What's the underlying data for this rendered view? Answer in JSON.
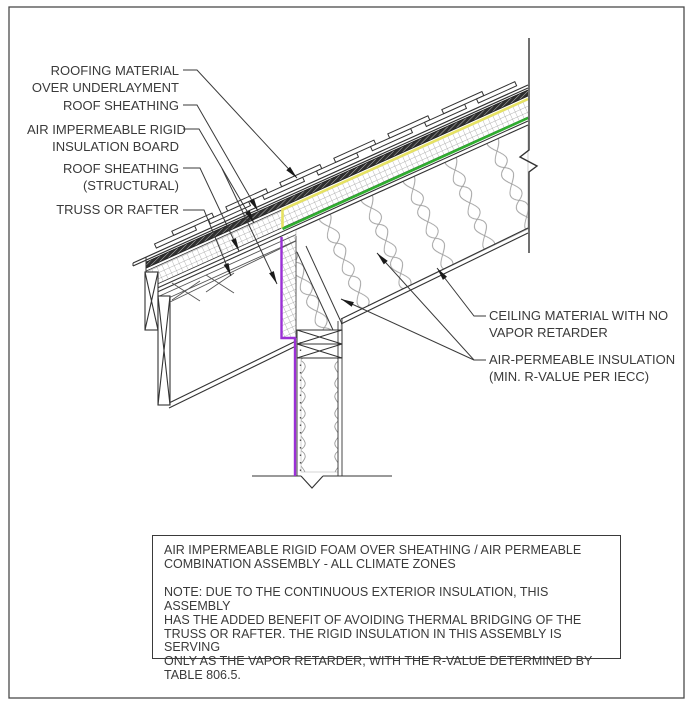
{
  "drawing_title": "AIR IMPERMEABLE RIGID FOAM OVER SHEATHING / AIR PERMEABLE COMBINATION ASSEMBLY - ALL CLIMATE ZONES",
  "callouts": {
    "roofing": {
      "line1": "ROOFING MATERIAL",
      "line2": "OVER UNDERLAYMENT"
    },
    "sheathing": {
      "line1": "ROOF SHEATHING"
    },
    "rigid": {
      "line1": "AIR IMPERMEABLE RIGID",
      "line2": "INSULATION BOARD"
    },
    "structural": {
      "line1": "ROOF SHEATHING",
      "line2": "(STRUCTURAL)"
    },
    "truss": {
      "line1": "TRUSS OR RAFTER"
    },
    "ceiling": {
      "line1": "CEILING MATERIAL WITH NO",
      "line2": "VAPOR RETARDER"
    },
    "permeable": {
      "line1": "AIR-PERMEABLE INSULATION",
      "line2": "(MIN. R-VALUE PER IECC)"
    }
  },
  "note_box": {
    "title1": "AIR IMPERMEABLE RIGID FOAM OVER SHEATHING / AIR PERMEABLE",
    "title2": "COMBINATION ASSEMBLY - ALL CLIMATE ZONES",
    "note1": "NOTE: DUE TO THE CONTINUOUS EXTERIOR INSULATION, THIS ASSEMBLY",
    "note2": "HAS THE ADDED BENEFIT OF AVOIDING THERMAL BRIDGING OF THE",
    "note3": "TRUSS OR RAFTER. THE RIGID INSULATION IN THIS ASSEMBLY IS SERVING",
    "note4": "ONLY AS THE VAPOR RETARDER, WITH THE R-VALUE DETERMINED BY",
    "note5": "TABLE 806.5."
  },
  "colors": {
    "highlight_yellow": "#e6e262",
    "highlight_green": "#2fae2f",
    "highlight_purple": "#9b30d6",
    "line_dark": "#3a3a3a"
  }
}
